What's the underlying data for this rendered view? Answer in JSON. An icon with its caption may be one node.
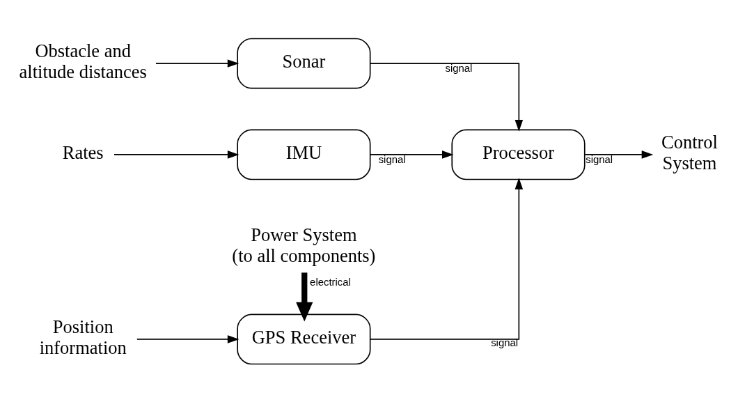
{
  "diagram": {
    "nodes": [
      {
        "text": [
          "Obstacle and altitude distances"
        ]
      },
      {
        "text": [
          "Sonar"
        ]
      },
      {
        "text": [
          "Rates"
        ]
      },
      {
        "text": [
          "IMU"
        ]
      },
      {
        "text": [
          "Position information"
        ]
      },
      {
        "text": [
          "GPS Receiver"
        ]
      },
      {
        "text": [
          "Processor"
        ]
      },
      {
        "text": [
          "Control System"
        ]
      },
      {
        "text": [
          "Power System (to all components)"
        ]
      }
    ],
    "edges": [
      {
        "from": 0,
        "to": 1,
        "arrow": "to"
      },
      {
        "from": 1,
        "to": 6,
        "arrow": "to",
        "label": "signal"
      },
      {
        "from": 2,
        "to": 3,
        "arrow": "to"
      },
      {
        "from": 3,
        "to": 6,
        "arrow": "to",
        "label": "signal"
      },
      {
        "from": 4,
        "to": 5,
        "arrow": "to"
      },
      {
        "from": 5,
        "to": 6,
        "arrow": "to",
        "label": "signal"
      },
      {
        "from": 6,
        "to": 7,
        "arrow": "to",
        "label": "signal"
      },
      {
        "from": 8,
        "to": 5,
        "arrow": "to",
        "label": "electrical",
        "style": "thick"
      }
    ]
  }
}
